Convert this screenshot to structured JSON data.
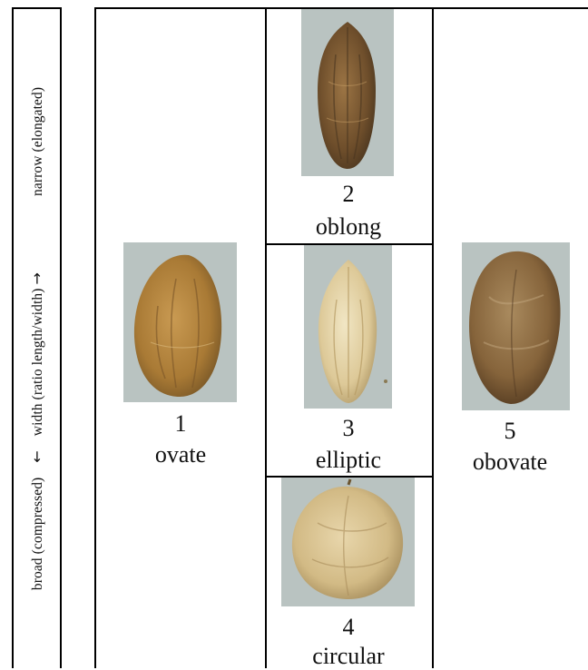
{
  "axis": {
    "broad": "broad (compressed)",
    "arrow_left": "←",
    "width_ratio": "width (ratio length/width)",
    "arrow_right": "→",
    "narrow": "narrow (elongated)"
  },
  "seeds": [
    {
      "number": "1",
      "name": "ovate"
    },
    {
      "number": "2",
      "name": "oblong"
    },
    {
      "number": "3",
      "name": "elliptic"
    },
    {
      "number": "4",
      "name": "circular"
    },
    {
      "number": "5",
      "name": "obovate"
    }
  ],
  "colors": {
    "photo_bg": "#b9c3c1",
    "seed_1": "#b0853c",
    "seed_2": "#7d5a32",
    "seed_3": "#e6d7ae",
    "seed_4": "#d8c394",
    "seed_5": "#8a6b42"
  }
}
